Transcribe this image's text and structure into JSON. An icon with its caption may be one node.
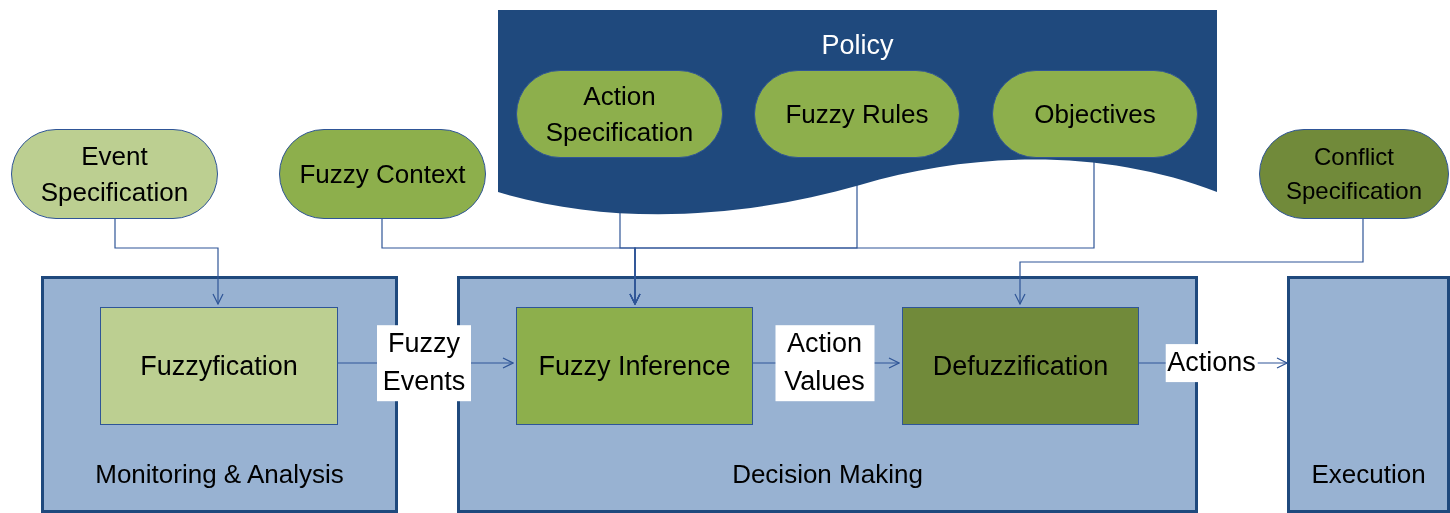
{
  "diagram": {
    "nodes": [
      {
        "text": [
          "Policy"
        ]
      },
      {
        "text": [
          "Action Specification"
        ],
        "in": 0
      },
      {
        "text": [
          "Fuzzy Rules"
        ],
        "in": 0
      },
      {
        "text": [
          "Objectives"
        ],
        "in": 0
      },
      {
        "text": [
          "Event Specification"
        ]
      },
      {
        "text": [
          "Fuzzy Context"
        ]
      },
      {
        "text": [
          "Conflict Specification"
        ]
      },
      {
        "text": [
          "Monitoring & Analysis"
        ]
      },
      {
        "text": [
          "Fuzzyfication"
        ],
        "in": 7
      },
      {
        "text": [
          "Decision Making"
        ]
      },
      {
        "text": [
          "Fuzzy Inference"
        ],
        "in": 9
      },
      {
        "text": [
          "Defuzzification"
        ],
        "in": 9
      },
      {
        "text": [
          "Execution"
        ]
      }
    ],
    "edges": [
      {
        "from": 4,
        "to": 8,
        "arrow": "to"
      },
      {
        "from": 5,
        "to": 10,
        "arrow": "to"
      },
      {
        "from": 1,
        "to": 10,
        "arrow": "to"
      },
      {
        "from": 2,
        "to": 10,
        "arrow": "to"
      },
      {
        "from": 3,
        "to": 10,
        "arrow": "to"
      },
      {
        "from": 6,
        "to": 11,
        "arrow": "to"
      },
      {
        "from": 8,
        "to": 10,
        "arrow": "to",
        "label": "Fuzzy Events"
      },
      {
        "from": 10,
        "to": 11,
        "arrow": "to",
        "label": "Action Values"
      },
      {
        "from": 11,
        "to": 12,
        "arrow": "to",
        "label": "Actions"
      }
    ]
  }
}
